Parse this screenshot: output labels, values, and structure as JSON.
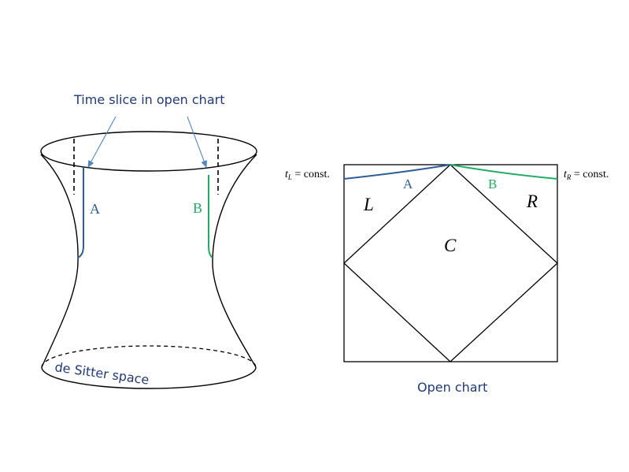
{
  "hyperboloid": {
    "caption": "Time slice in open chart",
    "label_a": "A",
    "label_b": "B",
    "space_label": "de Sitter space"
  },
  "penrose": {
    "tl_var": "t",
    "tl_sub": "L",
    "tl_rest": " = const.",
    "tr_var": "t",
    "tr_sub": "R",
    "tr_rest": " = const.",
    "label_a": "A",
    "label_b": "B",
    "region_l": "L",
    "region_r": "R",
    "region_c": "C",
    "caption": "Open chart"
  },
  "colors": {
    "slice_a": "#2b5d96",
    "slice_b": "#1fae62",
    "arrow": "#4f86c6",
    "caption_text": "#1f3a78"
  }
}
